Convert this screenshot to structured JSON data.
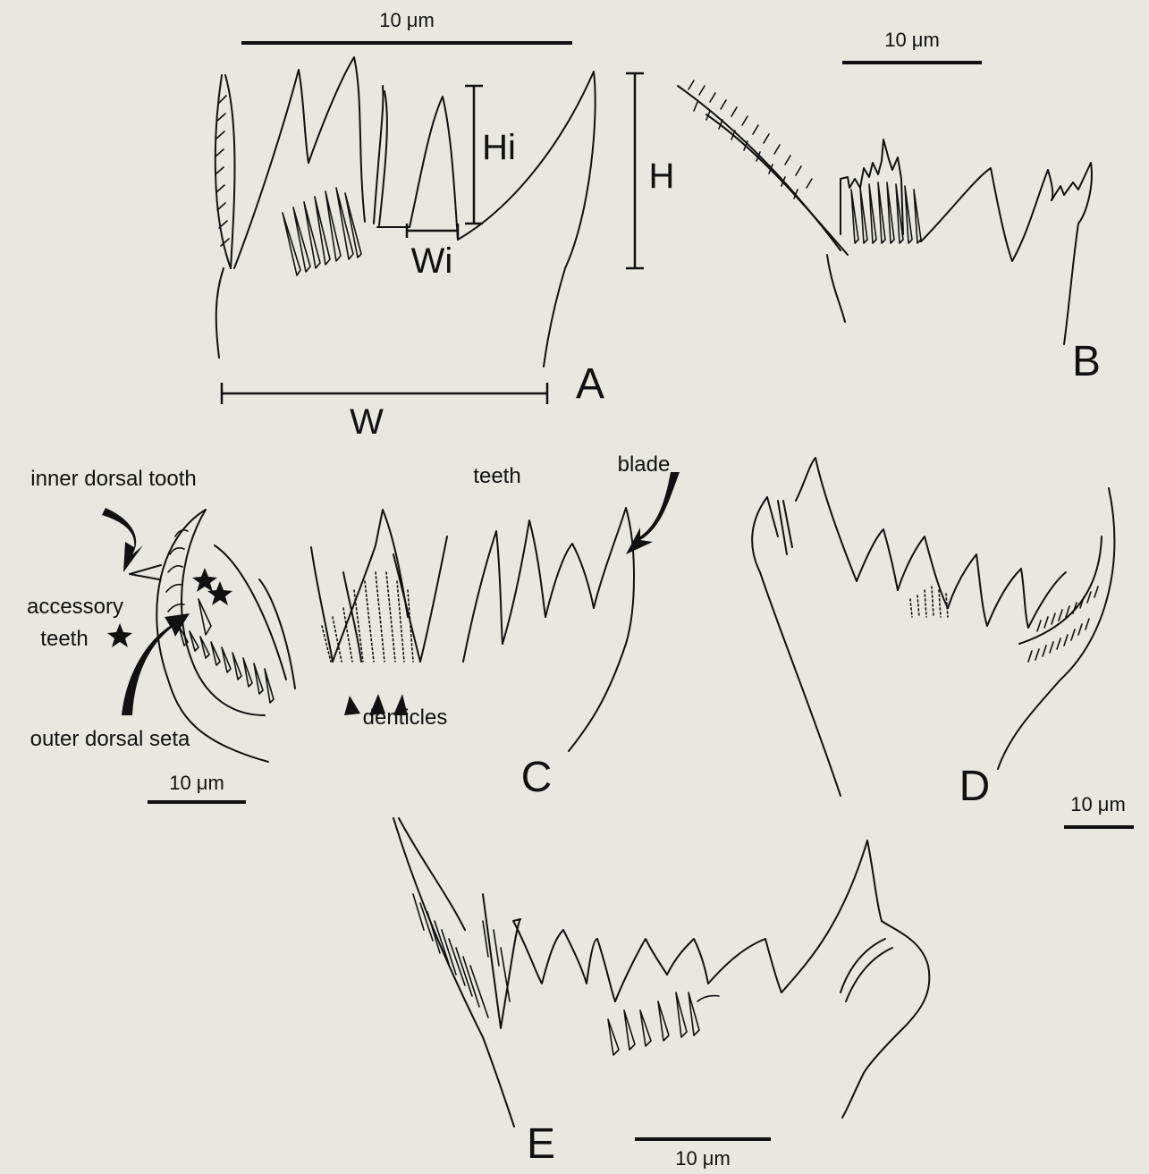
{
  "scale_bar_label": "10 μm",
  "panels": {
    "A": {
      "letter": "A",
      "scale": "10 μm",
      "measure_W": "W",
      "measure_H": "H",
      "measure_Hi": "Hi",
      "measure_Wi": "Wi"
    },
    "B": {
      "letter": "B",
      "scale": "10 μm"
    },
    "C": {
      "letter": "C",
      "scale": "10 μm",
      "labels": {
        "inner_dorsal_tooth": "inner dorsal tooth",
        "teeth": "teeth",
        "blade": "blade",
        "accessory_1": "accessory",
        "accessory_2": "teeth",
        "outer_dorsal_seta": "outer dorsal seta",
        "denticles": "denticles"
      }
    },
    "D": {
      "letter": "D",
      "scale": "10 μm"
    },
    "E": {
      "letter": "E",
      "scale": "10 μm"
    }
  }
}
